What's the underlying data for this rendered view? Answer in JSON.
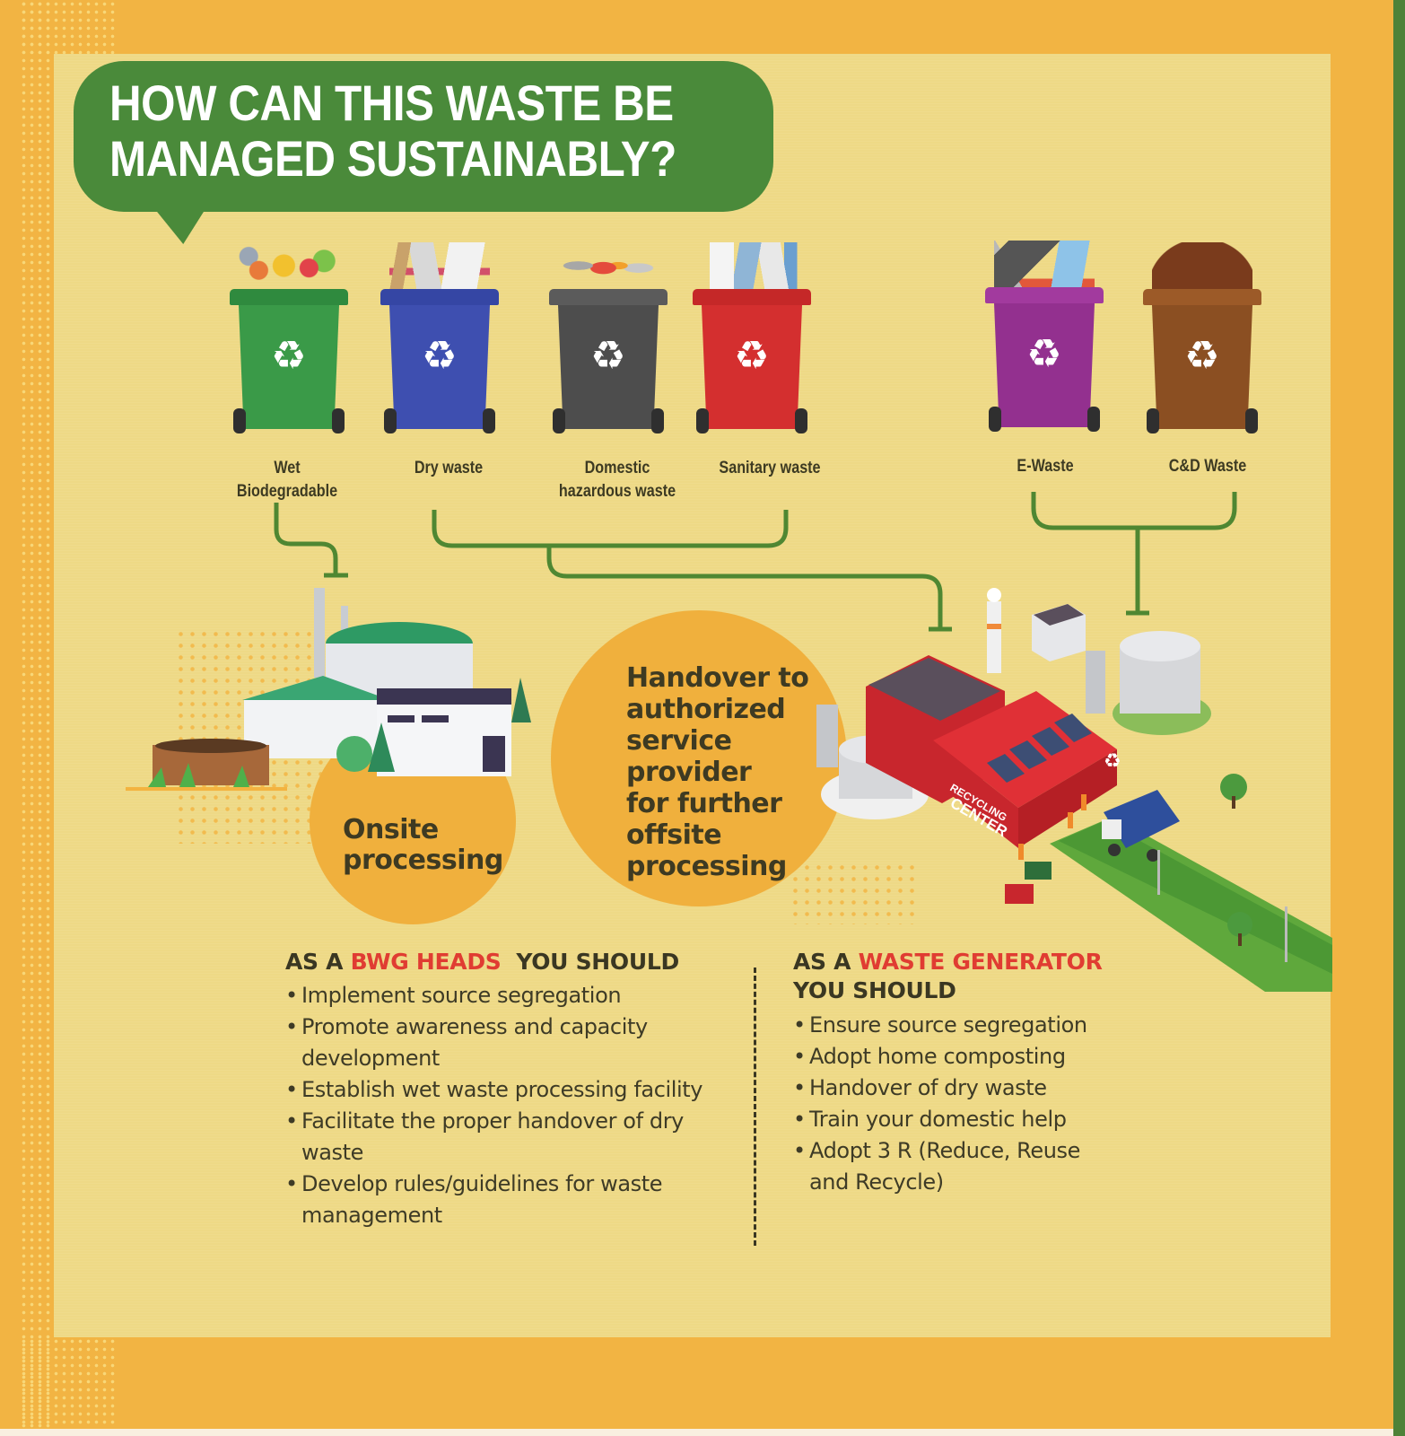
{
  "title": {
    "line1": "HOW CAN THIS WASTE BE",
    "line2": "MANAGED SUSTAINABLY?"
  },
  "colors": {
    "border_orange": "#f2b443",
    "panel_yellow": "#eed986",
    "title_green": "#4a8a3a",
    "connector_green": "#4f8732",
    "circle_orange": "#f0b03d",
    "highlight_red": "#e03c32",
    "text_dark": "#3a3722"
  },
  "bins": [
    {
      "label_line1": "Wet",
      "label_line2": "Biodegradable",
      "color": "#3a9a48",
      "lid": "#2f8a3e",
      "icon": "recycle-icon",
      "contents": "food-scraps"
    },
    {
      "label_line1": "Dry waste",
      "label_line2": "",
      "color": "#3e4fb0",
      "lid": "#3546a4",
      "icon": "recycle-icon",
      "contents": "paper-cardboard"
    },
    {
      "label_line1": "Domestic",
      "label_line2": "hazardous waste",
      "color": "#4d4d4d",
      "lid": "#5b5b5b",
      "icon": "recycle-icon",
      "contents": "cans-bottles"
    },
    {
      "label_line1": "Sanitary waste",
      "label_line2": "",
      "color": "#d42f2f",
      "lid": "#c52828",
      "icon": "recycle-icon",
      "contents": "tissues-pads"
    },
    {
      "label_line1": "E-Waste",
      "label_line2": "",
      "color": "#93308f",
      "lid": "#a23a9e",
      "icon": "recycle-icon",
      "contents": "electronics"
    },
    {
      "label_line1": "C&D Waste",
      "label_line2": "",
      "color": "#8b4f22",
      "lid": "#9c5a28",
      "icon": "recycle-icon",
      "contents": "rubble"
    }
  ],
  "recycle_glyph": "♻",
  "processing": {
    "onsite": {
      "line1": "Onsite",
      "line2": "processing"
    },
    "offsite": {
      "lines": [
        "Handover to",
        "authorized",
        "service",
        "provider",
        "for further",
        "offsite",
        "processing"
      ]
    },
    "recycling_center_sign": {
      "line1": "RECYCLING",
      "line2": "CENTER"
    }
  },
  "bwg_heads": {
    "heading_prefix": "AS A ",
    "heading_highlight": "BWG HEADS",
    "heading_suffix": "  YOU SHOULD",
    "items": [
      "Implement source segregation",
      "Promote awareness and capacity development",
      "Establish wet waste processing facility",
      "Facilitate the proper handover of dry waste",
      "Develop rules/guidelines for waste management"
    ]
  },
  "waste_generator": {
    "heading_prefix": "AS A ",
    "heading_highlight": "WASTE GENERATOR",
    "heading_suffix": "YOU SHOULD",
    "items": [
      "Ensure source segregation",
      "Adopt home composting",
      "Handover of dry waste",
      "Train your domestic help",
      "Adopt 3 R (Reduce, Reuse and Recycle)"
    ]
  }
}
